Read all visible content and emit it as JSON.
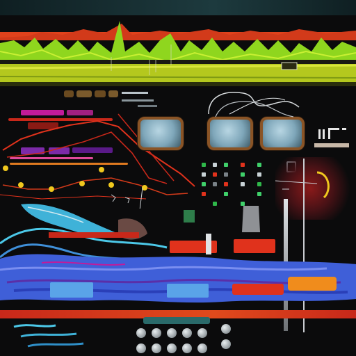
{
  "header": {
    "indicator_label": "",
    "readout_left": "",
    "readout_mid": ""
  },
  "panel": {
    "label_top": "",
    "label_mid": "",
    "status_code_big": "",
    "status_code_small": ""
  },
  "screens": [
    {
      "id": "monitor-1"
    },
    {
      "id": "monitor-2"
    },
    {
      "id": "monitor-3"
    }
  ],
  "colors": {
    "accent_green": "#9be024",
    "accent_yellow": "#e0d21e",
    "accent_red": "#e0321c",
    "accent_orange": "#f08c1c",
    "accent_blue": "#3f5fd8",
    "accent_cyan": "#4cc8e8",
    "accent_magenta": "#c21b9a"
  },
  "icons": {
    "signal": "signal-icon",
    "gear": "gear-icon",
    "wrench": "wrench-icon",
    "speaker": "speaker-icon"
  }
}
